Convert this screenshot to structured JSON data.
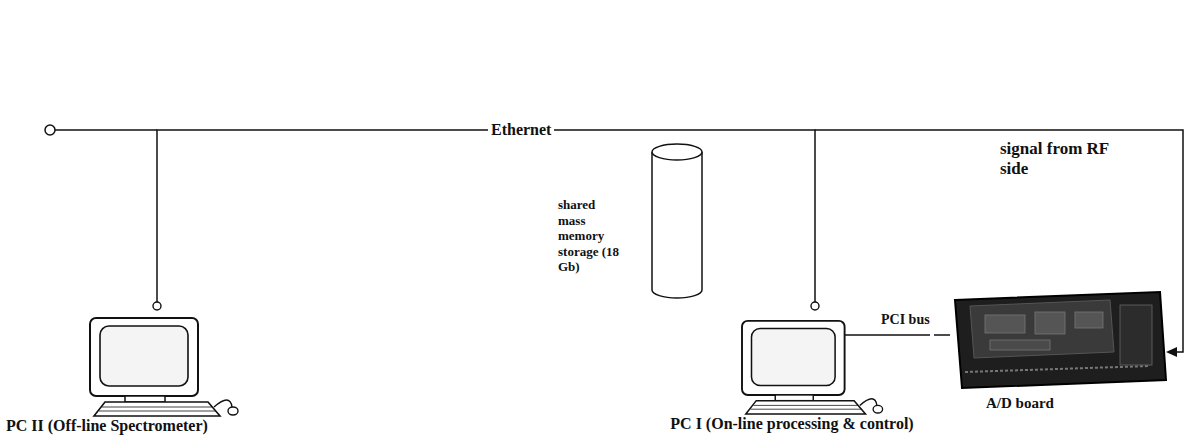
{
  "diagram": {
    "nodes": [
      {
        "text": [
          "PC II (Off-line Spectrometer)"
        ]
      },
      {
        "text": [
          "shared mass memory storage (18 Gb)"
        ]
      },
      {
        "text": [
          "PC I (On-line processing & control)"
        ]
      },
      {
        "text": [
          "A/D board"
        ]
      }
    ],
    "edges": [
      {
        "from": 0,
        "to": 2,
        "arrow": "none",
        "label": "Ethernet"
      },
      {
        "from": 2,
        "to": 3,
        "arrow": "none",
        "label": "PCI bus"
      }
    ],
    "labels": [
      "signal from RF side"
    ]
  }
}
